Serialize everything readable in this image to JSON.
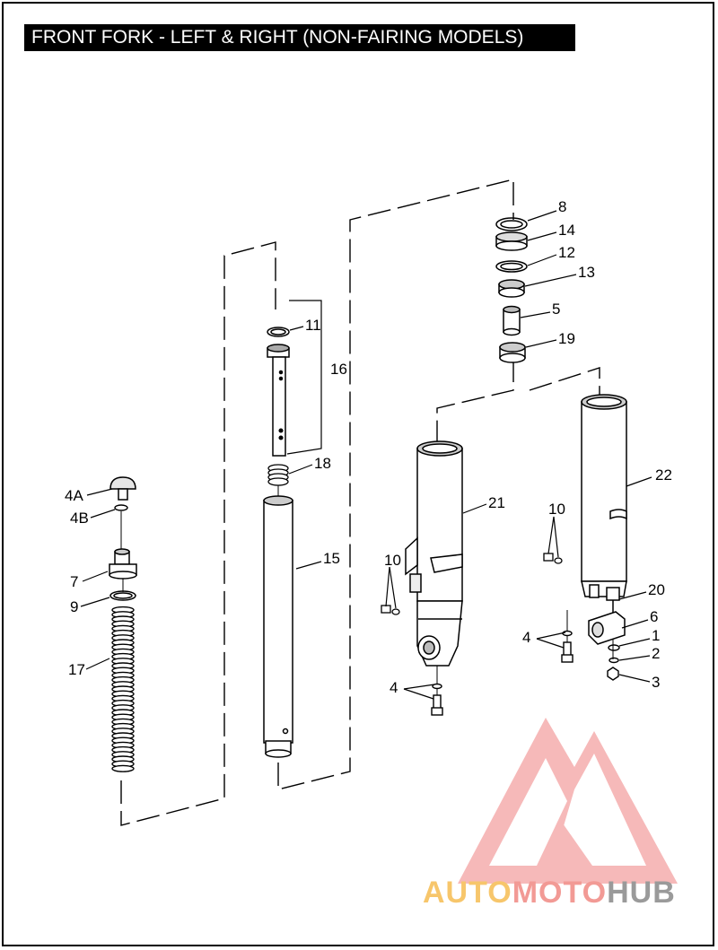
{
  "title": "FRONT FORK - LEFT & RIGHT (NON-FAIRING MODELS)",
  "logo": {
    "part1": "AUTO",
    "part2": "MOTO",
    "part3": "HUB",
    "colors": {
      "auto": "#f7c66b",
      "moto": "#f29a95",
      "hub": "#9a9a9a",
      "triangle": "#f08080"
    }
  },
  "callouts": {
    "c8": "8",
    "c14": "14",
    "c12": "12",
    "c13": "13",
    "c5": "5",
    "c19": "19",
    "c11": "11",
    "c16": "16",
    "c18": "18",
    "c15": "15",
    "c4A": "4A",
    "c4B": "4B",
    "c7": "7",
    "c9": "9",
    "c17": "17",
    "c21": "21",
    "c22": "22",
    "c10a": "10",
    "c10b": "10",
    "c20": "20",
    "c6": "6",
    "c1": "1",
    "c2": "2",
    "c3": "3",
    "c4a": "4",
    "c4b": "4"
  }
}
